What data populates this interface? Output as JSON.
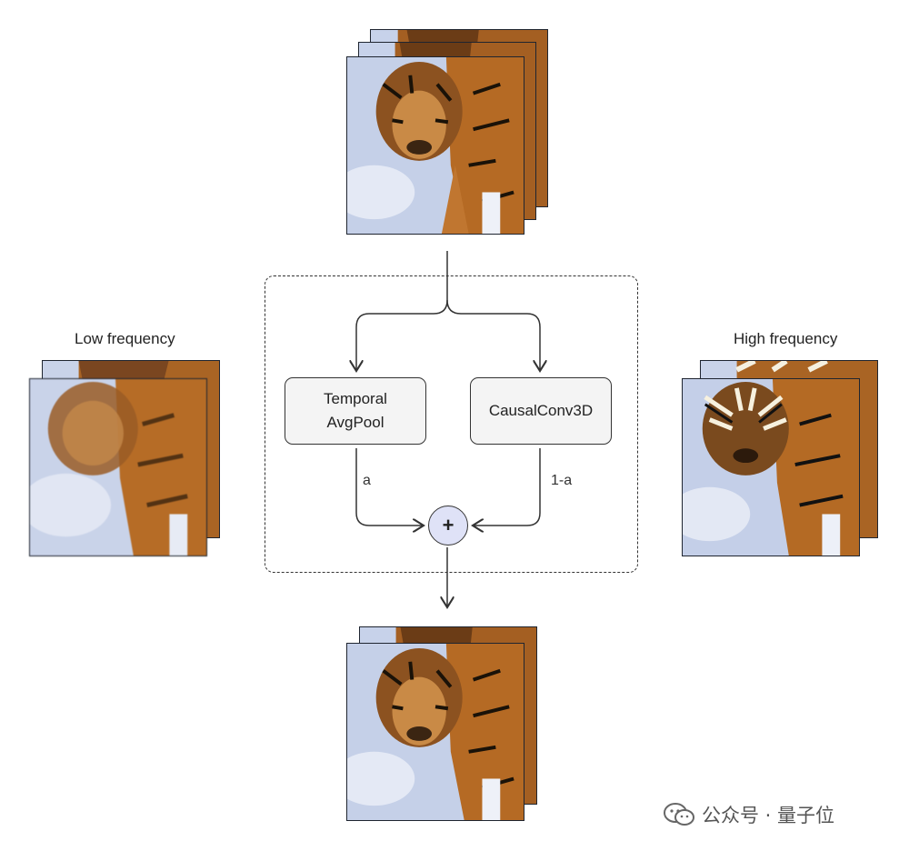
{
  "diagram": {
    "low_frequency_label": "Low frequency",
    "high_frequency_label": "High frequency",
    "temporal_avgpool": [
      "Temporal",
      "AvgPool"
    ],
    "causalconv3d": "CausalConv3D",
    "edge_a": "a",
    "edge_one_minus_a": "1-a",
    "plus_symbol": "+"
  },
  "watermark": {
    "text": "公众号 · 量子位"
  },
  "colors": {
    "plus_fill": "#dfe2f7",
    "box_fill": "#f4f4f4",
    "stroke": "#333333"
  }
}
